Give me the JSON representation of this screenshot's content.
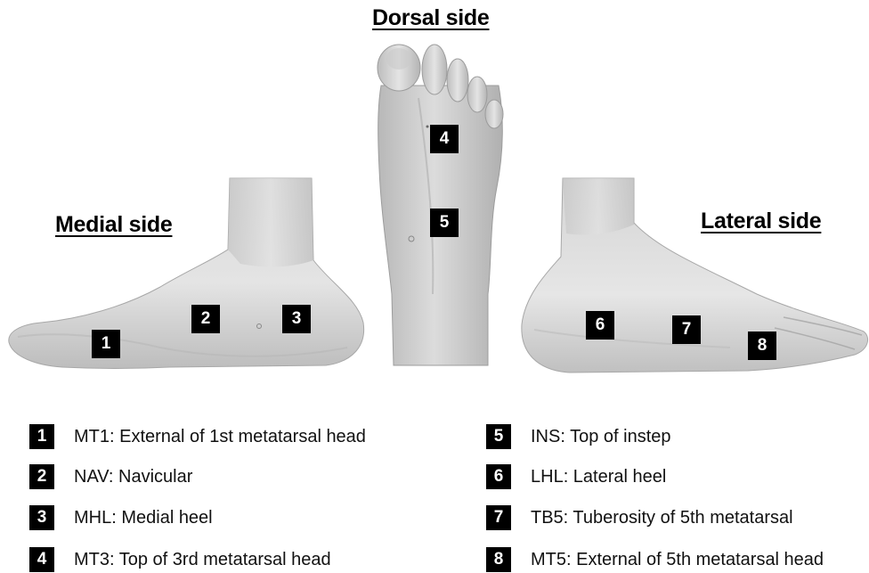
{
  "headings": {
    "dorsal": "Dorsal side",
    "medial": "Medial side",
    "lateral": "Lateral side"
  },
  "markers": [
    "1",
    "2",
    "3",
    "4",
    "5",
    "6",
    "7",
    "8"
  ],
  "legend": [
    {
      "num": "1",
      "text": "MT1: External of 1st metatarsal head"
    },
    {
      "num": "2",
      "text": "NAV: Navicular"
    },
    {
      "num": "3",
      "text": "MHL: Medial heel"
    },
    {
      "num": "4",
      "text": "MT3: Top of 3rd metatarsal head"
    },
    {
      "num": "5",
      "text": "INS: Top of instep"
    },
    {
      "num": "6",
      "text": "LHL: Lateral heel"
    },
    {
      "num": "7",
      "text": "TB5: Tuberosity of 5th metatarsal"
    },
    {
      "num": "8",
      "text": "MT5: External of 5th metatarsal head"
    }
  ],
  "colors": {
    "skin_light": "#e6e6e6",
    "skin_mid": "#c8c8c8",
    "skin_dark": "#9a9a9a",
    "marker_bg": "#000000",
    "marker_text": "#ffffff"
  }
}
